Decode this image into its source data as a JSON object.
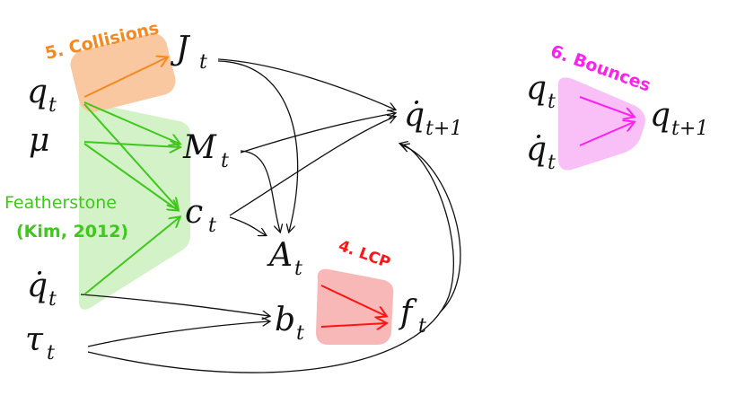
{
  "colors": {
    "orange": "#f5891f",
    "orange_fill": "#f9c7a0",
    "green": "#3ec81c",
    "green_fill": "#d3f2c8",
    "red": "#ff1515",
    "red_fill": "#f8b8b8",
    "magenta": "#ff20f0",
    "magenta_fill": "#f9c0f7",
    "black": "#111111"
  },
  "labels": {
    "collisions": "5. Collisions",
    "bounces": "6. Bounces",
    "lcp": "4. LCP",
    "featherstone": "Featherstone",
    "kim": "(Kim, 2012)"
  },
  "variables": {
    "q": {
      "base": "q",
      "sub": "t"
    },
    "mu": {
      "base": "μ",
      "sub": ""
    },
    "qdot": {
      "base": "q̇",
      "sub": "t"
    },
    "tau": {
      "base": "τ",
      "sub": "t"
    },
    "J": {
      "base": "J",
      "sub": "t"
    },
    "M": {
      "base": "M",
      "sub": "t"
    },
    "c": {
      "base": "c",
      "sub": "t"
    },
    "A": {
      "base": "A",
      "sub": "t"
    },
    "b": {
      "base": "b",
      "sub": "t"
    },
    "f": {
      "base": "f",
      "sub": "t"
    },
    "qdot_next": {
      "base": "q̇",
      "sub": "t+1"
    },
    "bounce_q": {
      "base": "q",
      "sub": "t"
    },
    "bounce_qdot": {
      "base": "q̇",
      "sub": "t"
    },
    "bounce_q_next": {
      "base": "q",
      "sub": "t+1"
    }
  }
}
